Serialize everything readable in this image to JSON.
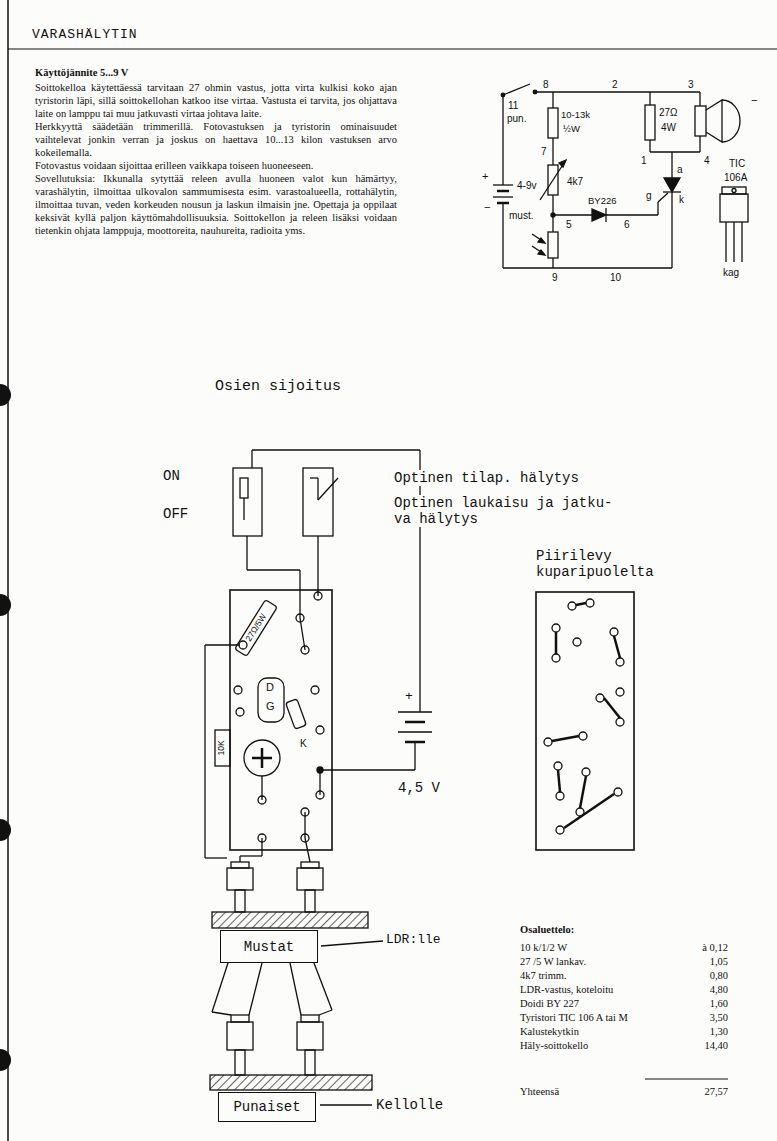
{
  "diagram": {
    "title": "VARASHÄLYTIN",
    "nodes": [
      {
        "text": [
          "Mustat"
        ]
      },
      {
        "text": [
          "Punaiset"
        ]
      }
    ],
    "labels": [
      "Käyttöjännite 5...9 V",
      "Soittokelloa käytettäessä tarvitaan 27 ohmin vastus, jotta virta kulkisi koko ajan tyristorin läpi, sillä soittokellohan katkoo itse virtaa. Vastusta ei tarvita, jos ohjattava laite on lamppu tai muu jatkuvasti virtaa johtava laite.",
      "Herkkyyttä säädetään trimmerillä. Fotovastuksen ja tyristorin ominaisuudet vaihtelevat jonkin verran ja joskus on haettava 10...13 kilon vastuksen arvo kokeilemalla.",
      "Fotovastus voidaan sijoittaa erilleen vaikkapa toiseen huoneeseen.",
      "Sovellutuksia: Ikkunalla sytyttää releen avulla huoneen valot kun hämärtyy, varashälytin, ilmoittaa ulkovalon sammumisesta esim. varastoalueella, rottahälytin, ilmoittaa tuvan, veden korkeuden nousun ja laskun ilmaisin jne. Opettaja ja oppilaat keksivät kyllä paljon käyttömahdollisuuksia. Soittokellon ja releen lisäksi voidaan tietenkin ohjata lamppuja, moottoreita, nauhureita, radioita yms.",
      "11",
      "pun.",
      "8",
      "2",
      "3",
      "10-13k",
      "½W",
      "27Ω",
      "4W",
      "1",
      "4",
      "a",
      "7",
      "4k7",
      "+",
      "4-9v",
      "−",
      "must.",
      "5",
      "BY226",
      "6",
      "g",
      "k",
      "9",
      "10",
      "−",
      "TIC",
      "106A",
      "kag",
      "Osien sijoitus",
      "ON",
      "OFF",
      "Optinen tilap. hälytys",
      "Optinen laukaisu ja jatku- va hälytys",
      "Piirilevy kuparipuolelta",
      "27Ω/5W",
      "10K",
      "D",
      "G",
      "K",
      "+",
      "4,5 V",
      "LDR:lle",
      "Kellolle",
      "Osaluettelo:",
      "10 k/1/2 W",
      "à 0,12",
      "27 /5 W lankav.",
      "1,05",
      "4k7 trimm.",
      "0,80",
      "LDR-vastus, koteloitu",
      "4,80",
      "Doidi BY 227",
      "1,60",
      "Tyristori TIC 106 A tai M",
      "3,50",
      "Kalustekytkin",
      "1,30",
      "Häly-soittokello",
      "14,40",
      "Yhteensä",
      "27,57"
    ]
  }
}
